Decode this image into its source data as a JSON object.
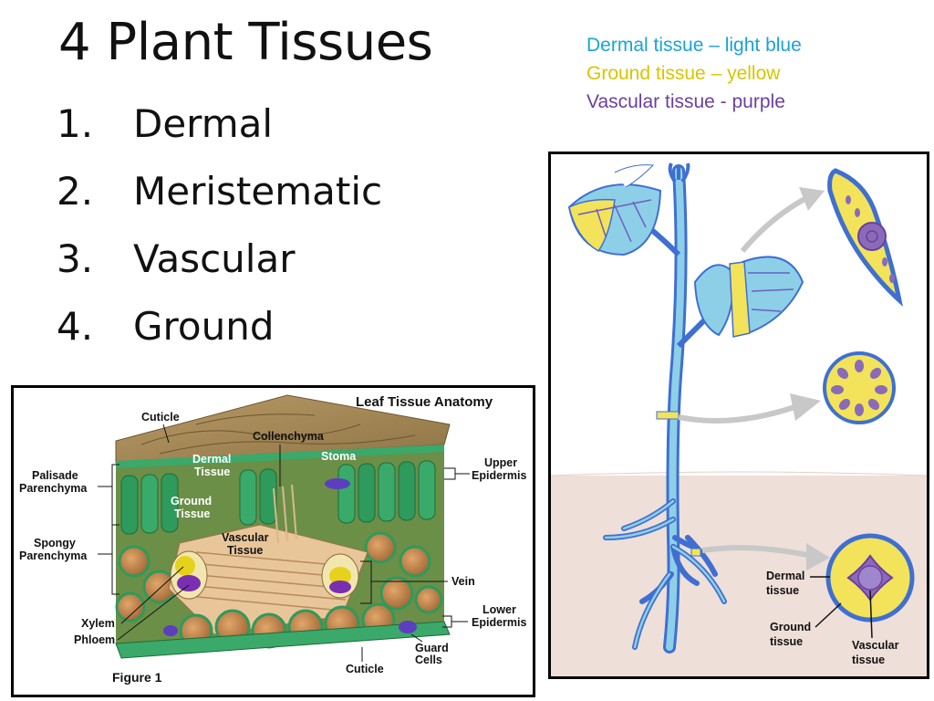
{
  "slide": {
    "title": "4 Plant Tissues",
    "list": [
      {
        "num": "1.",
        "label": "Dermal"
      },
      {
        "num": "2.",
        "label": "Meristematic"
      },
      {
        "num": "3.",
        "label": "Vascular"
      },
      {
        "num": "4.",
        "label": "Ground"
      }
    ]
  },
  "legend": {
    "dermal": "Dermal tissue – light blue",
    "ground": "Ground tissue – yellow",
    "vascular": "Vascular tissue - purple"
  },
  "leaf_figure": {
    "title": "Leaf Tissue Anatomy",
    "caption": "Figure 1",
    "labels": {
      "cuticle_top": "Cuticle",
      "collenchyma": "Collenchyma",
      "dermal_1": "Dermal",
      "dermal_2": "Tissue",
      "stoma": "Stoma",
      "upper_epidermis_1": "Upper",
      "upper_epidermis_2": "Epidermis",
      "palisade_1": "Palisade",
      "palisade_2": "Parenchyma",
      "ground_1": "Ground",
      "ground_2": "Tissue",
      "spongy_1": "Spongy",
      "spongy_2": "Parenchyma",
      "vascular_1": "Vascular",
      "vascular_2": "Tissue",
      "vein": "Vein",
      "xylem": "Xylem",
      "phloem": "Phloem",
      "lower_epidermis_1": "Lower",
      "lower_epidermis_2": "Epidermis",
      "guard_1": "Guard",
      "guard_2": "Cells",
      "cuticle_bottom": "Cuticle"
    }
  },
  "plant_figure": {
    "labels": {
      "dermal_1": "Dermal",
      "dermal_2": "tissue",
      "ground_1": "Ground",
      "ground_2": "tissue",
      "vascular_1": "Vascular",
      "vascular_2": "tissue"
    }
  },
  "colors": {
    "dermal": "#1aa3d9",
    "ground": "#e6d21a",
    "vascular": "#6b3fa0",
    "light_blue_fill": "#8ecfe8",
    "yellow_fill": "#f2e35a",
    "purple_fill": "#8a6bb8",
    "soil": "#eedfd8"
  }
}
